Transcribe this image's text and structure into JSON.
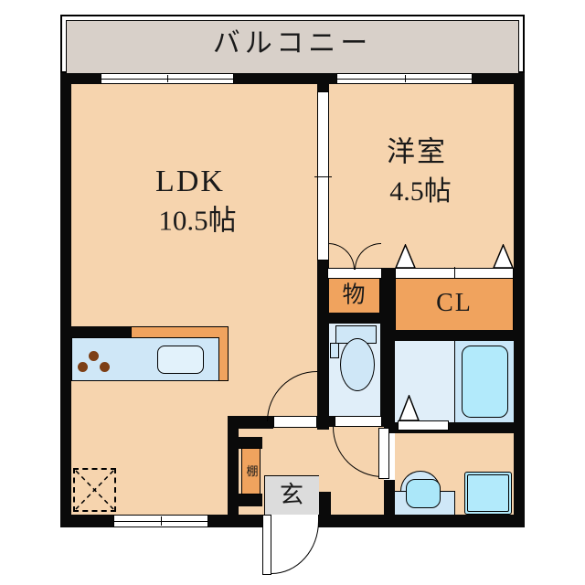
{
  "rooms": {
    "balcony": {
      "label": "バルコニー"
    },
    "ldk": {
      "name": "LDK",
      "size": "10.5帖"
    },
    "western": {
      "name": "洋室",
      "size": "4.5帖"
    },
    "storage": {
      "label": "物"
    },
    "closet": {
      "label": "CL"
    },
    "entrance": {
      "label": "玄"
    },
    "shelf": {
      "label": "棚"
    }
  },
  "colors": {
    "wall": "#0a0a0a",
    "room": "#f6d4ae",
    "balcony": "#d8d0c9",
    "accent": "#f0a35e",
    "wet": "#e0eef9",
    "wetpanel": "#c9e6f8",
    "fixture": "#cfe7f7",
    "tub": "#b2eafb",
    "cyan": "#abe7f9",
    "genkan": "#dcdcdc",
    "brown": "#7d3f16",
    "ink": "#1a1a1a"
  }
}
